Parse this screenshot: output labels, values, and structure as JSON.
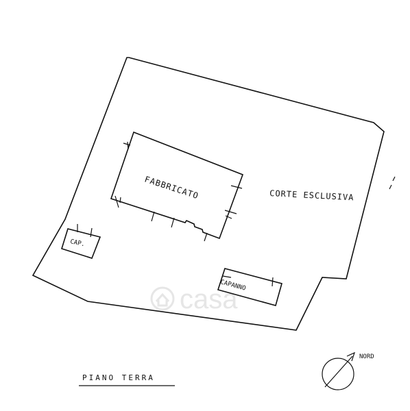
{
  "labels": {
    "fabbricato": "FABBRICATO",
    "corte": "CORTE ESCLUSIVA",
    "cap": "CAP.",
    "capanno": "CAPANNO",
    "nord": "NORD",
    "piano": "PIANO  TERRA"
  },
  "watermark": "casa",
  "icons": {
    "north_arrow": "north-arrow-icon",
    "watermark_logo": "house-icon"
  }
}
